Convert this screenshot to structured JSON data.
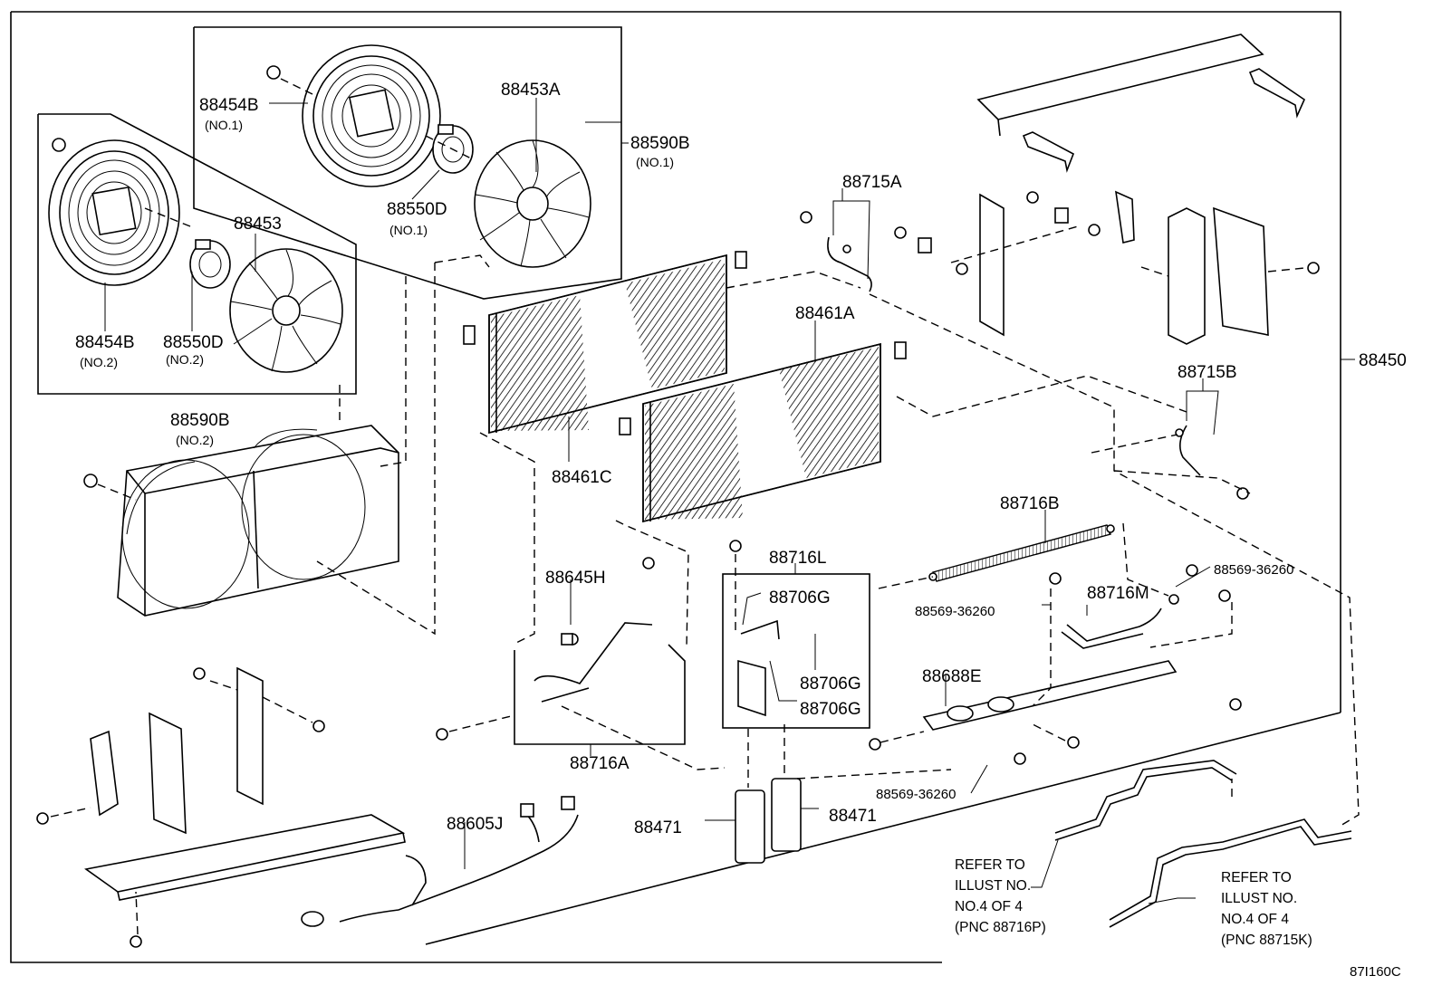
{
  "diagram_code": "87I160C",
  "labels": {
    "p88454B_1": "88454B",
    "p88454B_1_sub": "(NO.1)",
    "p88453A": "88453A",
    "p88590B_1": "88590B",
    "p88590B_1_sub": "(NO.1)",
    "p88550D_1": "88550D",
    "p88550D_1_sub": "(NO.1)",
    "p88453": "88453",
    "p88454B_2": "88454B",
    "p88454B_2_sub": "(NO.2)",
    "p88550D_2": "88550D",
    "p88550D_2_sub": "(NO.2)",
    "p88590B_2": "88590B",
    "p88590B_2_sub": "(NO.2)",
    "p88715A": "88715A",
    "p88461A": "88461A",
    "p88461C": "88461C",
    "p88450": "88450",
    "p88715B": "88715B",
    "p88716B": "88716B",
    "p88716L": "88716L",
    "p88645H": "88645H",
    "p88706G_a": "88706G",
    "p88706G_b": "88706G",
    "p88706G_c": "88706G",
    "p88569_a": "88569-36260",
    "p88569_b": "88569-36260",
    "p88569_c": "88569-36260",
    "p88716M": "88716M",
    "p88688E": "88688E",
    "p88716A": "88716A",
    "p88605J": "88605J",
    "p88471_a": "88471",
    "p88471_b": "88471"
  },
  "references": {
    "left": [
      "REFER TO",
      "ILLUST NO.",
      "NO.4 OF 4",
      "(PNC 88716P)"
    ],
    "right": [
      "REFER TO",
      "ILLUST NO.",
      "NO.4 OF 4",
      "(PNC 88715K)"
    ]
  }
}
